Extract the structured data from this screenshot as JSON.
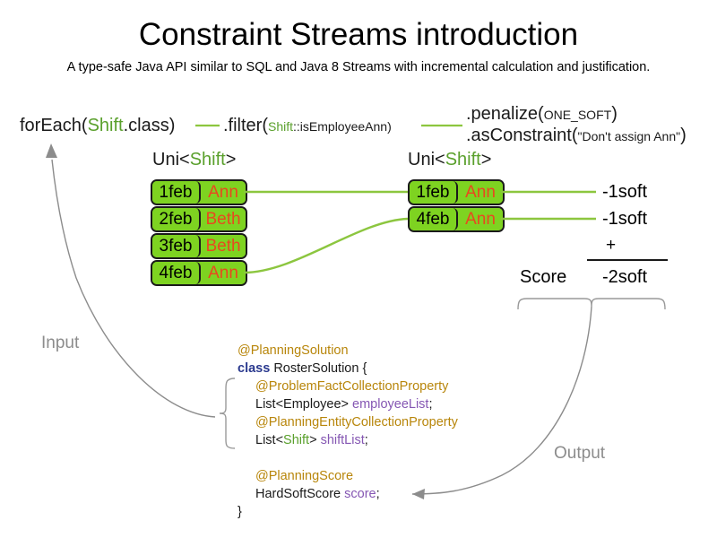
{
  "header": {
    "title": "Constraint Streams introduction",
    "subtitle": "A type-safe Java API similar to SQL and Java 8 Streams with incremental calculation and justification."
  },
  "colors": {
    "fact_fill": "#7ed321",
    "fact_border": "#1a1a1a",
    "employee_text": "#e8491f",
    "type_green": "#5aa02c",
    "connector_green": "#8cc63f",
    "annotation_grey": "#8c8c8c",
    "annotation_gold": "#b8860b",
    "keyword_blue": "#2b3a8f",
    "field_purple": "#8557b3"
  },
  "stream": {
    "foreach": {
      "prefix": "forEach(",
      "type": "Shift",
      "suffix": ".class)"
    },
    "filter": {
      "prefix": ".filter(",
      "type": "Shift",
      "suffix": "::isEmployeeAnn)"
    },
    "penalize": {
      "prefix": ".penalize(",
      "arg": "ONE_SOFT",
      "suffix": ")"
    },
    "asConstraint": {
      "prefix": ".asConstraint(",
      "arg": "\"Don't assign Ann\"",
      "suffix": ")"
    }
  },
  "uni_labels": {
    "left": {
      "prefix": "Uni<",
      "type": "Shift",
      "suffix": ">"
    },
    "right": {
      "prefix": "Uni<",
      "type": "Shift",
      "suffix": ">"
    }
  },
  "facts": {
    "left": [
      {
        "date": "1feb",
        "employee": "Ann"
      },
      {
        "date": "2feb",
        "employee": "Beth"
      },
      {
        "date": "3feb",
        "employee": "Beth"
      },
      {
        "date": "4feb",
        "employee": "Ann"
      }
    ],
    "right": [
      {
        "date": "1feb",
        "employee": "Ann"
      },
      {
        "date": "4feb",
        "employee": "Ann"
      }
    ]
  },
  "score": {
    "penalties": [
      "-1soft",
      "-1soft"
    ],
    "plus": "+",
    "label": "Score",
    "total": "-2soft"
  },
  "annotations": {
    "input": "Input",
    "output": "Output"
  },
  "code": {
    "lines": [
      {
        "indent": 0,
        "tokens": [
          {
            "t": "@PlanningSolution",
            "c": "anno"
          }
        ]
      },
      {
        "indent": 0,
        "tokens": [
          {
            "t": "class ",
            "c": "kw"
          },
          {
            "t": "RosterSolution {",
            "c": "plain"
          }
        ]
      },
      {
        "indent": 1,
        "tokens": [
          {
            "t": "@ProblemFactCollectionProperty",
            "c": "anno"
          }
        ]
      },
      {
        "indent": 1,
        "tokens": [
          {
            "t": "List<Employee> ",
            "c": "plain"
          },
          {
            "t": "employeeList",
            "c": "field"
          },
          {
            "t": ";",
            "c": "plain"
          }
        ]
      },
      {
        "indent": 1,
        "tokens": [
          {
            "t": "@PlanningEntityCollectionProperty",
            "c": "anno"
          }
        ]
      },
      {
        "indent": 1,
        "tokens": [
          {
            "t": "List<",
            "c": "plain"
          },
          {
            "t": "Shift",
            "c": "green"
          },
          {
            "t": "> ",
            "c": "plain"
          },
          {
            "t": "shiftList",
            "c": "field"
          },
          {
            "t": ";",
            "c": "plain"
          }
        ]
      },
      {
        "indent": 0,
        "tokens": [
          {
            "t": " ",
            "c": "plain"
          }
        ]
      },
      {
        "indent": 1,
        "tokens": [
          {
            "t": "@PlanningScore",
            "c": "anno"
          }
        ]
      },
      {
        "indent": 1,
        "tokens": [
          {
            "t": "HardSoftScore ",
            "c": "plain"
          },
          {
            "t": "score",
            "c": "field"
          },
          {
            "t": ";",
            "c": "plain"
          }
        ]
      },
      {
        "indent": 0,
        "tokens": [
          {
            "t": "}",
            "c": "plain"
          }
        ]
      }
    ]
  }
}
